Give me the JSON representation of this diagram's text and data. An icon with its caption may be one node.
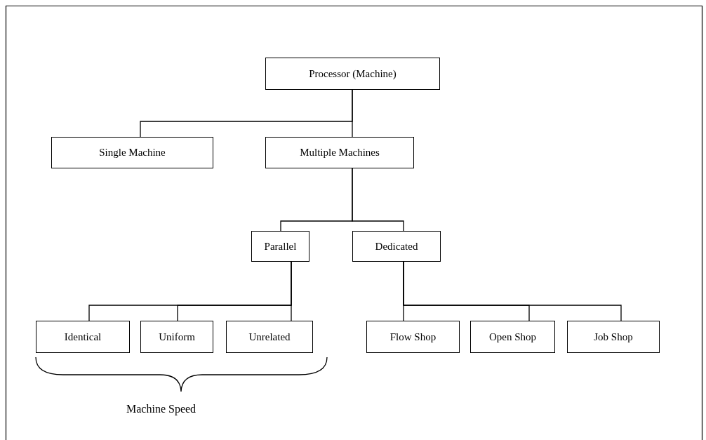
{
  "diagram": {
    "nodes": [
      {
        "text": [
          "Processor (Machine)"
        ]
      },
      {
        "text": [
          "Single Machine"
        ]
      },
      {
        "text": [
          "Multiple Machines"
        ]
      },
      {
        "text": [
          "Parallel"
        ]
      },
      {
        "text": [
          "Dedicated"
        ]
      },
      {
        "text": [
          "Identical"
        ]
      },
      {
        "text": [
          "Uniform"
        ]
      },
      {
        "text": [
          "Unrelated"
        ]
      },
      {
        "text": [
          "Flow Shop"
        ]
      },
      {
        "text": [
          "Open Shop"
        ]
      },
      {
        "text": [
          "Job Shop"
        ]
      }
    ],
    "edges": [
      {
        "from": 0,
        "to": 1,
        "arrow": "none"
      },
      {
        "from": 0,
        "to": 2,
        "arrow": "none"
      },
      {
        "from": 2,
        "to": 3,
        "arrow": "none"
      },
      {
        "from": 2,
        "to": 4,
        "arrow": "none"
      },
      {
        "from": 3,
        "to": 5,
        "arrow": "none"
      },
      {
        "from": 3,
        "to": 6,
        "arrow": "none"
      },
      {
        "from": 3,
        "to": 7,
        "arrow": "none"
      },
      {
        "from": 4,
        "to": 8,
        "arrow": "none"
      },
      {
        "from": 4,
        "to": 9,
        "arrow": "none"
      },
      {
        "from": 4,
        "to": 10,
        "arrow": "none"
      }
    ],
    "labels": [
      "Machine Speed"
    ]
  }
}
